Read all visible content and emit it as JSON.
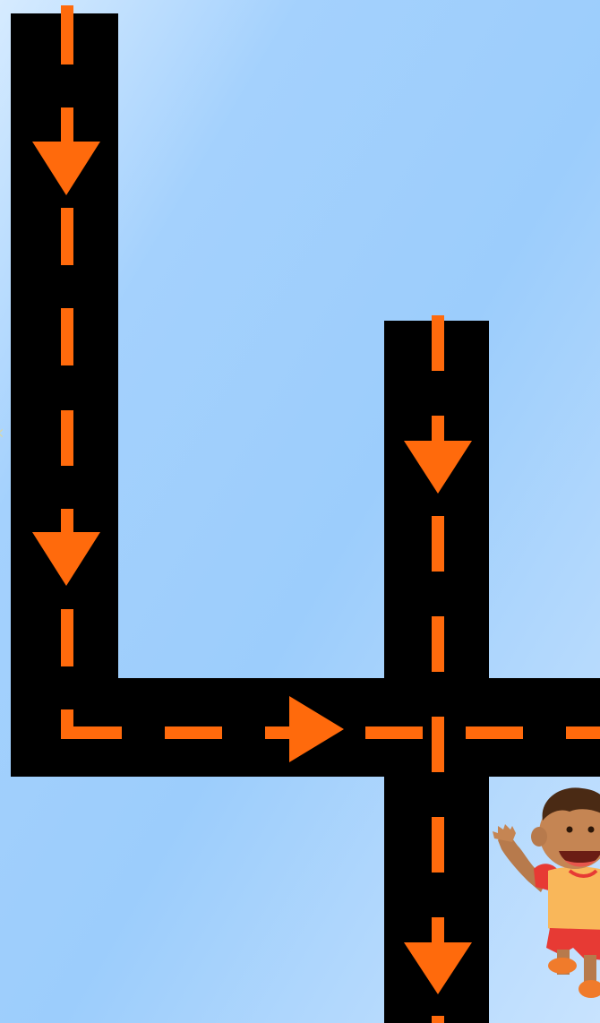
{
  "colors": {
    "background_light": "#d6ebff",
    "background_mid": "#9ccdfc",
    "road": "#000000",
    "lane_marking": "#ff6a0c"
  },
  "elements": {
    "road": "road-path",
    "arrows": [
      "down-arrow",
      "down-arrow",
      "right-arrow",
      "down-arrow",
      "down-arrow"
    ],
    "character": "waving-child-illustration"
  }
}
